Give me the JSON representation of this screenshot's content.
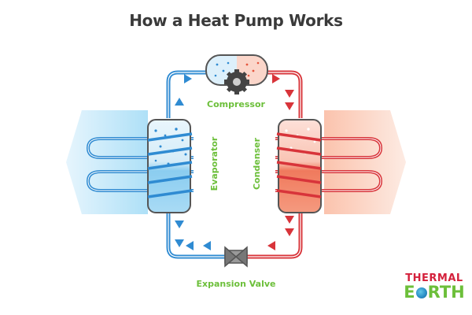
{
  "title": "How a Heat Pump Works",
  "labels": {
    "compressor": "Compressor",
    "evaporator": "Evaporator",
    "condenser": "Condenser",
    "expansion_valve": "Expansion Valve"
  },
  "logo": {
    "line1": "THERMAL",
    "line2_a": "E",
    "line2_b": "RTH"
  },
  "colors": {
    "cold": "#2f8bd2",
    "hot": "#d8343a",
    "label_green": "#6cbf3a",
    "title": "#3a3a3a"
  }
}
